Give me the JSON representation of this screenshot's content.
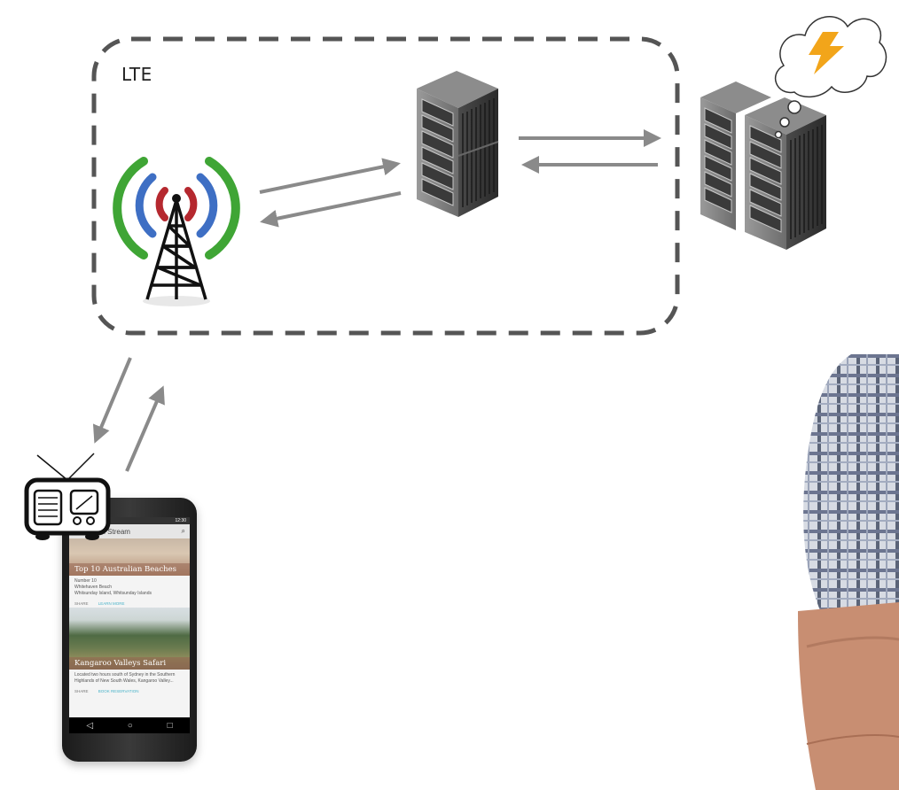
{
  "diagram": {
    "lte_label": "LTE",
    "colors": {
      "dashed_border": "#555555",
      "arrow": "#8a8a8a",
      "signal_green": "#3fa535",
      "signal_blue": "#3e6fc4",
      "signal_red": "#b5282f",
      "lightning": "#f2a51a"
    },
    "icons": [
      "cell-tower-icon",
      "lte-server-icon",
      "cloud-server-icon",
      "thought-cloud-icon",
      "lightning-icon",
      "radio-icon",
      "smartphone-icon"
    ]
  },
  "phone": {
    "status_time": "12:30",
    "app_title": "Travel Stream",
    "card1": {
      "title": "Top 10 Australian Beaches",
      "lines": [
        "Number 10",
        "Whitehaven Beach",
        "Whitsunday Island, Whitsunday Islands"
      ],
      "share": "SHARE",
      "action": "LEARN MORE"
    },
    "card2": {
      "title": "Kangaroo Valleys Safari",
      "lines": [
        "Located two hours south of Sydney in the Southern",
        "Highlands of New South Wales, Kangaroo Valley..."
      ],
      "share": "SHARE",
      "action": "BOOK RESERVATION"
    },
    "nav": {
      "back": "◁",
      "home": "○",
      "recent": "□"
    }
  }
}
